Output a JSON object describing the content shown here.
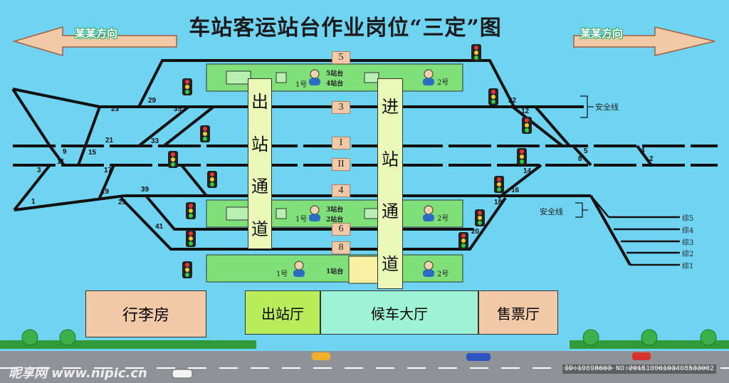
{
  "title": "车站客运站台作业岗位“三定”图",
  "direction_left": "某某方向",
  "direction_right": "某某方向",
  "track_labels": [
    "5",
    "3",
    "I",
    "II",
    "4",
    "6",
    "8"
  ],
  "platforms": {
    "p1": {
      "left_label": "1号",
      "mid_top": "5站台",
      "mid_bottom": "4站台",
      "right_label": "2号"
    },
    "p2": {
      "left_label": "1号",
      "mid_top": "3站台",
      "mid_bottom": "2站台",
      "right_label": "2号"
    },
    "p3": {
      "left_label": "1号",
      "mid": "1站台",
      "right_label": "2号"
    }
  },
  "passages": {
    "exit": [
      "出",
      "站",
      "通",
      "道"
    ],
    "entry": [
      "进",
      "站",
      "通",
      "道"
    ]
  },
  "buildings": {
    "luggage": "行李房",
    "exit_hall": "出站厅",
    "waiting_hall": "候车大厅",
    "ticket": "售票厅"
  },
  "safety_line": "安全线",
  "sidings": [
    "综5",
    "综4",
    "综3",
    "综2",
    "综1"
  ],
  "switch_numbers": {
    "n23": "23",
    "n29": "29",
    "n35": "35",
    "n21": "21",
    "n33": "33",
    "n9": "9",
    "n11": "11",
    "n15": "15",
    "n3": "3",
    "n17": "17",
    "n19": "19",
    "n39": "39",
    "n25": "25",
    "n1": "1",
    "n41": "41",
    "n22": "22",
    "n12": "12",
    "n14": "14",
    "n16": "16",
    "n18": "18",
    "n20": "20",
    "n5": "5",
    "n8": "8",
    "n4": "4",
    "n2": "2"
  },
  "watermark": "昵享网 www.nipic.cn",
  "image_id": "ID:19698603 NO:20151006103408533002",
  "colors": {
    "sky": "#6fd3f2",
    "platform": "#7fe07a",
    "track": "#111111",
    "road": "#8f9296"
  }
}
